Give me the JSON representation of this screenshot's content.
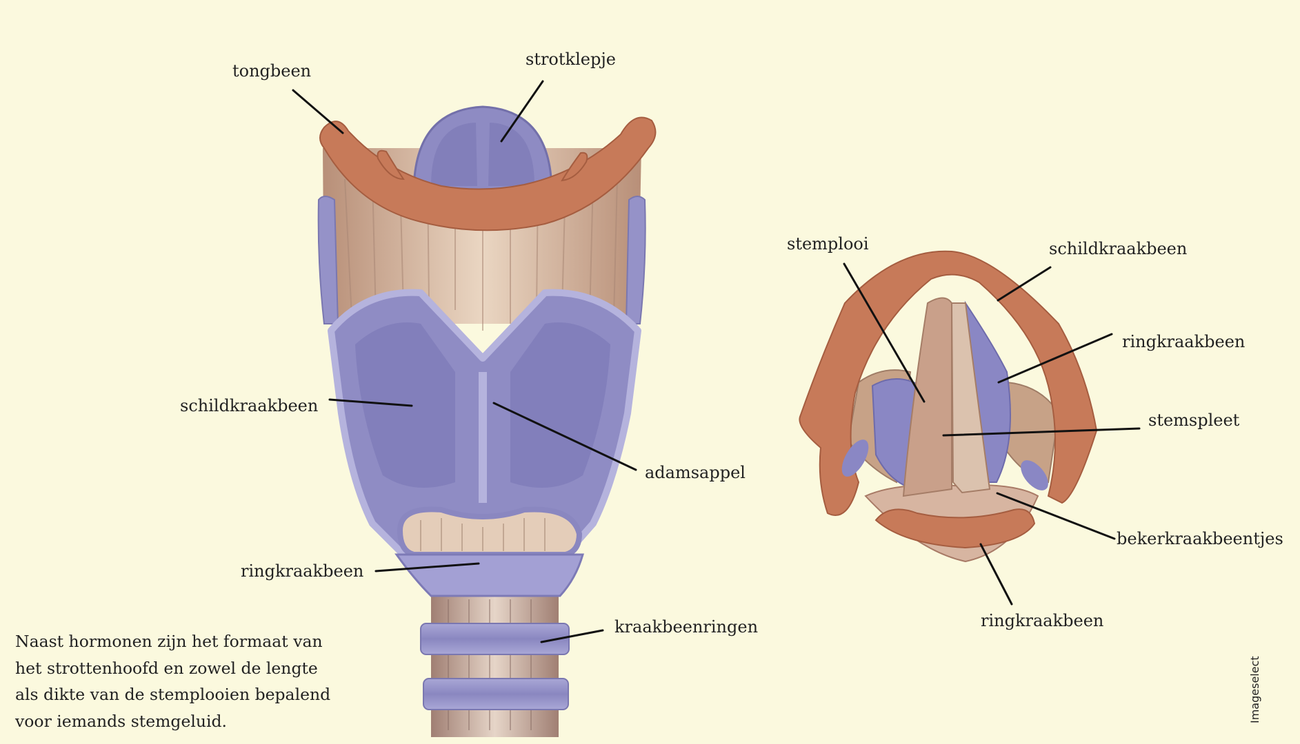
{
  "colors": {
    "background": "#fbf9de",
    "cartilage_purple": "#8f8cc4",
    "cartilage_light": "#b6b4dc",
    "hyoid_orange": "#c97a5a",
    "membrane_tan": "#dcc3ac",
    "leader_line": "#111111"
  },
  "labels": {
    "tongbeen": "tongbeen",
    "strotklepje": "strotklepje",
    "schildkraakbeen_front": "schildkraakbeen",
    "adamsappel": "adamsappel",
    "ringkraakbeen_front": "ringkraakbeen",
    "kraakbeenringen": "kraakbeenringen",
    "stemplooi": "stemplooi",
    "schildkraakbeen_top": "schildkraakbeen",
    "ringkraakbeen_top": "ringkraakbeen",
    "stemspleet": "stemspleet",
    "bekerkraakbeentjes": "bekerkraakbeentjes",
    "ringkraakbeen_bottom": "ringkraakbeen"
  },
  "caption": {
    "line1": "Naast hormonen zijn het formaat van",
    "line2": "het strottenhoofd en zowel de lengte",
    "line3": "als dikte van de stemplooien bepalend",
    "line4": "voor iemands stemgeluid."
  },
  "credit": "Imageselect"
}
